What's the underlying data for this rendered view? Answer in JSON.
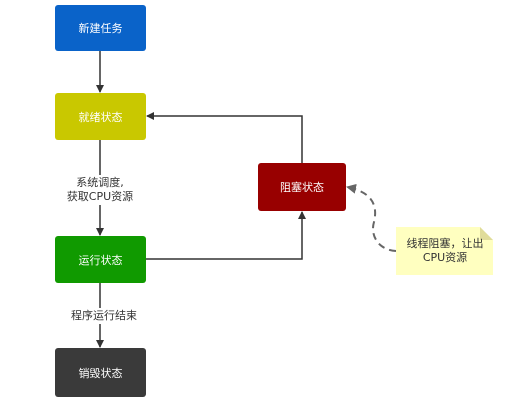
{
  "nodes": {
    "new": {
      "label": "新建任务",
      "color": "#0a63c9"
    },
    "ready": {
      "label": "就绪状态",
      "color": "#c9c800"
    },
    "running": {
      "label": "运行状态",
      "color": "#109a00"
    },
    "terminated": {
      "label": "销毁状态",
      "color": "#3a3a3a"
    },
    "blocked": {
      "label": "阻塞状态",
      "color": "#980000"
    }
  },
  "edges": {
    "ready_to_running": {
      "line1": "系统调度,",
      "line2": "获取CPU资源"
    },
    "running_to_terminated": {
      "label": "程序运行结束"
    }
  },
  "note": {
    "line1": "线程阻塞，让出",
    "line2": "CPU资源",
    "color": "#ffffc0"
  }
}
